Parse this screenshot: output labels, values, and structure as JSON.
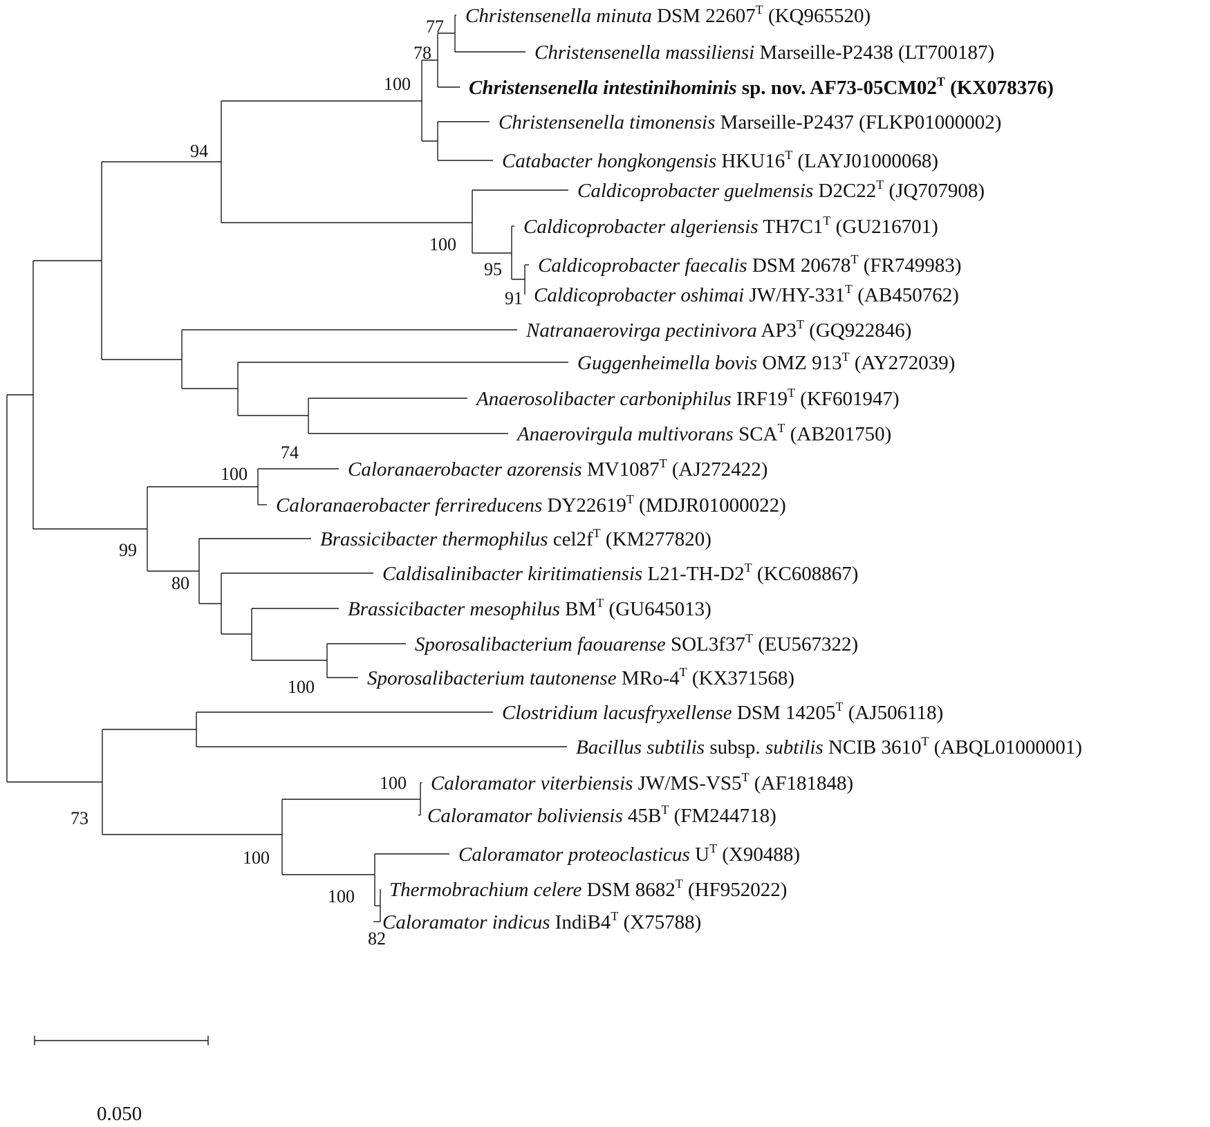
{
  "taxa": [
    {
      "genus_species": "Christensenella minuta",
      "strain": "DSM 22607",
      "type_strain": true,
      "accession": "(KQ965520)",
      "highlight": false
    },
    {
      "genus_species": "Christensenella massiliensi",
      "strain": "Marseille-P2438",
      "type_strain": false,
      "accession": "(LT700187)",
      "highlight": false
    },
    {
      "genus_species": "Christensenella intestinihominis",
      "strain": "sp. nov. AF73-05CM02",
      "type_strain": true,
      "accession": "(KX078376)",
      "highlight": true
    },
    {
      "genus_species": "Christensenella timonensis",
      "strain": "Marseille-P2437",
      "type_strain": false,
      "accession": "(FLKP01000002)",
      "highlight": false
    },
    {
      "genus_species": "Catabacter hongkongensis",
      "strain": "HKU16",
      "type_strain": true,
      "accession": "(LAYJ01000068)",
      "highlight": false
    },
    {
      "genus_species": "Caldicoprobacter guelmensis",
      "strain": "D2C22",
      "type_strain": true,
      "accession": "(JQ707908)",
      "highlight": false
    },
    {
      "genus_species": "Caldicoprobacter algeriensis",
      "strain": "TH7C1",
      "type_strain": true,
      "accession": "(GU216701)",
      "highlight": false
    },
    {
      "genus_species": "Caldicoprobacter faecalis",
      "strain": "DSM 20678",
      "type_strain": true,
      "accession": "(FR749983)",
      "highlight": false
    },
    {
      "genus_species": "Caldicoprobacter oshimai",
      "strain": "JW/HY-331",
      "type_strain": true,
      "accession": "(AB450762)",
      "highlight": false
    },
    {
      "genus_species": "Natranaerovirga pectinivora",
      "strain": "AP3",
      "type_strain": true,
      "accession": "(GQ922846)",
      "highlight": false
    },
    {
      "genus_species": "Guggenheimella bovis",
      "strain": "OMZ 913",
      "type_strain": true,
      "accession": "(AY272039)",
      "highlight": false
    },
    {
      "genus_species": "Anaerosolibacter carboniphilus",
      "strain": "IRF19",
      "type_strain": true,
      "accession": "(KF601947)",
      "highlight": false
    },
    {
      "genus_species": "Anaerovirgula multivorans",
      "strain": "SCA",
      "type_strain": true,
      "accession": "(AB201750)",
      "highlight": false
    },
    {
      "genus_species": "Caloranaerobacter azorensis",
      "strain": "MV1087",
      "type_strain": true,
      "accession": "(AJ272422)",
      "highlight": false
    },
    {
      "genus_species": "Caloranaerobacter ferrireducens",
      "strain": "DY22619",
      "type_strain": true,
      "accession": "(MDJR01000022)",
      "highlight": false
    },
    {
      "genus_species": "Brassicibacter thermophilus",
      "strain": "cel2f",
      "type_strain": true,
      "accession": "(KM277820)",
      "highlight": false
    },
    {
      "genus_species": "Caldisalinibacter kiritimatiensis",
      "strain": "L21-TH-D2",
      "type_strain": true,
      "accession": "(KC608867)",
      "highlight": false
    },
    {
      "genus_species": "Brassicibacter mesophilus",
      "strain": "BM",
      "type_strain": true,
      "accession": "(GU645013)",
      "highlight": false
    },
    {
      "genus_species": "Sporosalibacterium faouarense",
      "strain": "SOL3f37",
      "type_strain": true,
      "accession": "(EU567322)",
      "highlight": false
    },
    {
      "genus_species": "Sporosalibacterium tautonense",
      "strain": "MRo-4",
      "type_strain": true,
      "accession": "(KX371568)",
      "highlight": false
    },
    {
      "genus_species": "Clostridium lacusfryxellense",
      "strain": "DSM 14205",
      "type_strain": true,
      "accession": "(AJ506118)",
      "highlight": false
    },
    {
      "genus_species": "Bacillus subtilis",
      "strain": "subsp.",
      "subspecies": "subtilis",
      "strain_suffix": "NCIB 3610",
      "type_strain": true,
      "accession": "(ABQL01000001)",
      "highlight": false
    },
    {
      "genus_species": "Caloramator viterbiensis",
      "strain": "JW/MS-VS5",
      "type_strain": true,
      "accession": "(AF181848)",
      "highlight": false
    },
    {
      "genus_species": "Caloramator boliviensis",
      "strain": "45B",
      "type_strain": true,
      "accession": "(FM244718)",
      "highlight": false
    },
    {
      "genus_species": "Caloramator proteoclasticus",
      "strain": "U",
      "type_strain": true,
      "accession": "(X90488)",
      "highlight": false
    },
    {
      "genus_species": "Thermobrachium celere",
      "strain": "DSM 8682",
      "type_strain": true,
      "accession": "(HF952022)",
      "highlight": false
    },
    {
      "genus_species": "Caloramator indicus",
      "strain": "IndiB4",
      "type_strain": true,
      "accession": "(X75788)",
      "highlight": false
    }
  ],
  "type_strain_mark": "T",
  "bootstrap_values": [
    "77",
    "78",
    "100",
    "94",
    "100",
    "95",
    "91",
    "74",
    "100",
    "99",
    "80",
    "100",
    "73",
    "100",
    "100",
    "100",
    "82"
  ],
  "scale_bar": {
    "label": "0.050",
    "value": 0.05
  }
}
